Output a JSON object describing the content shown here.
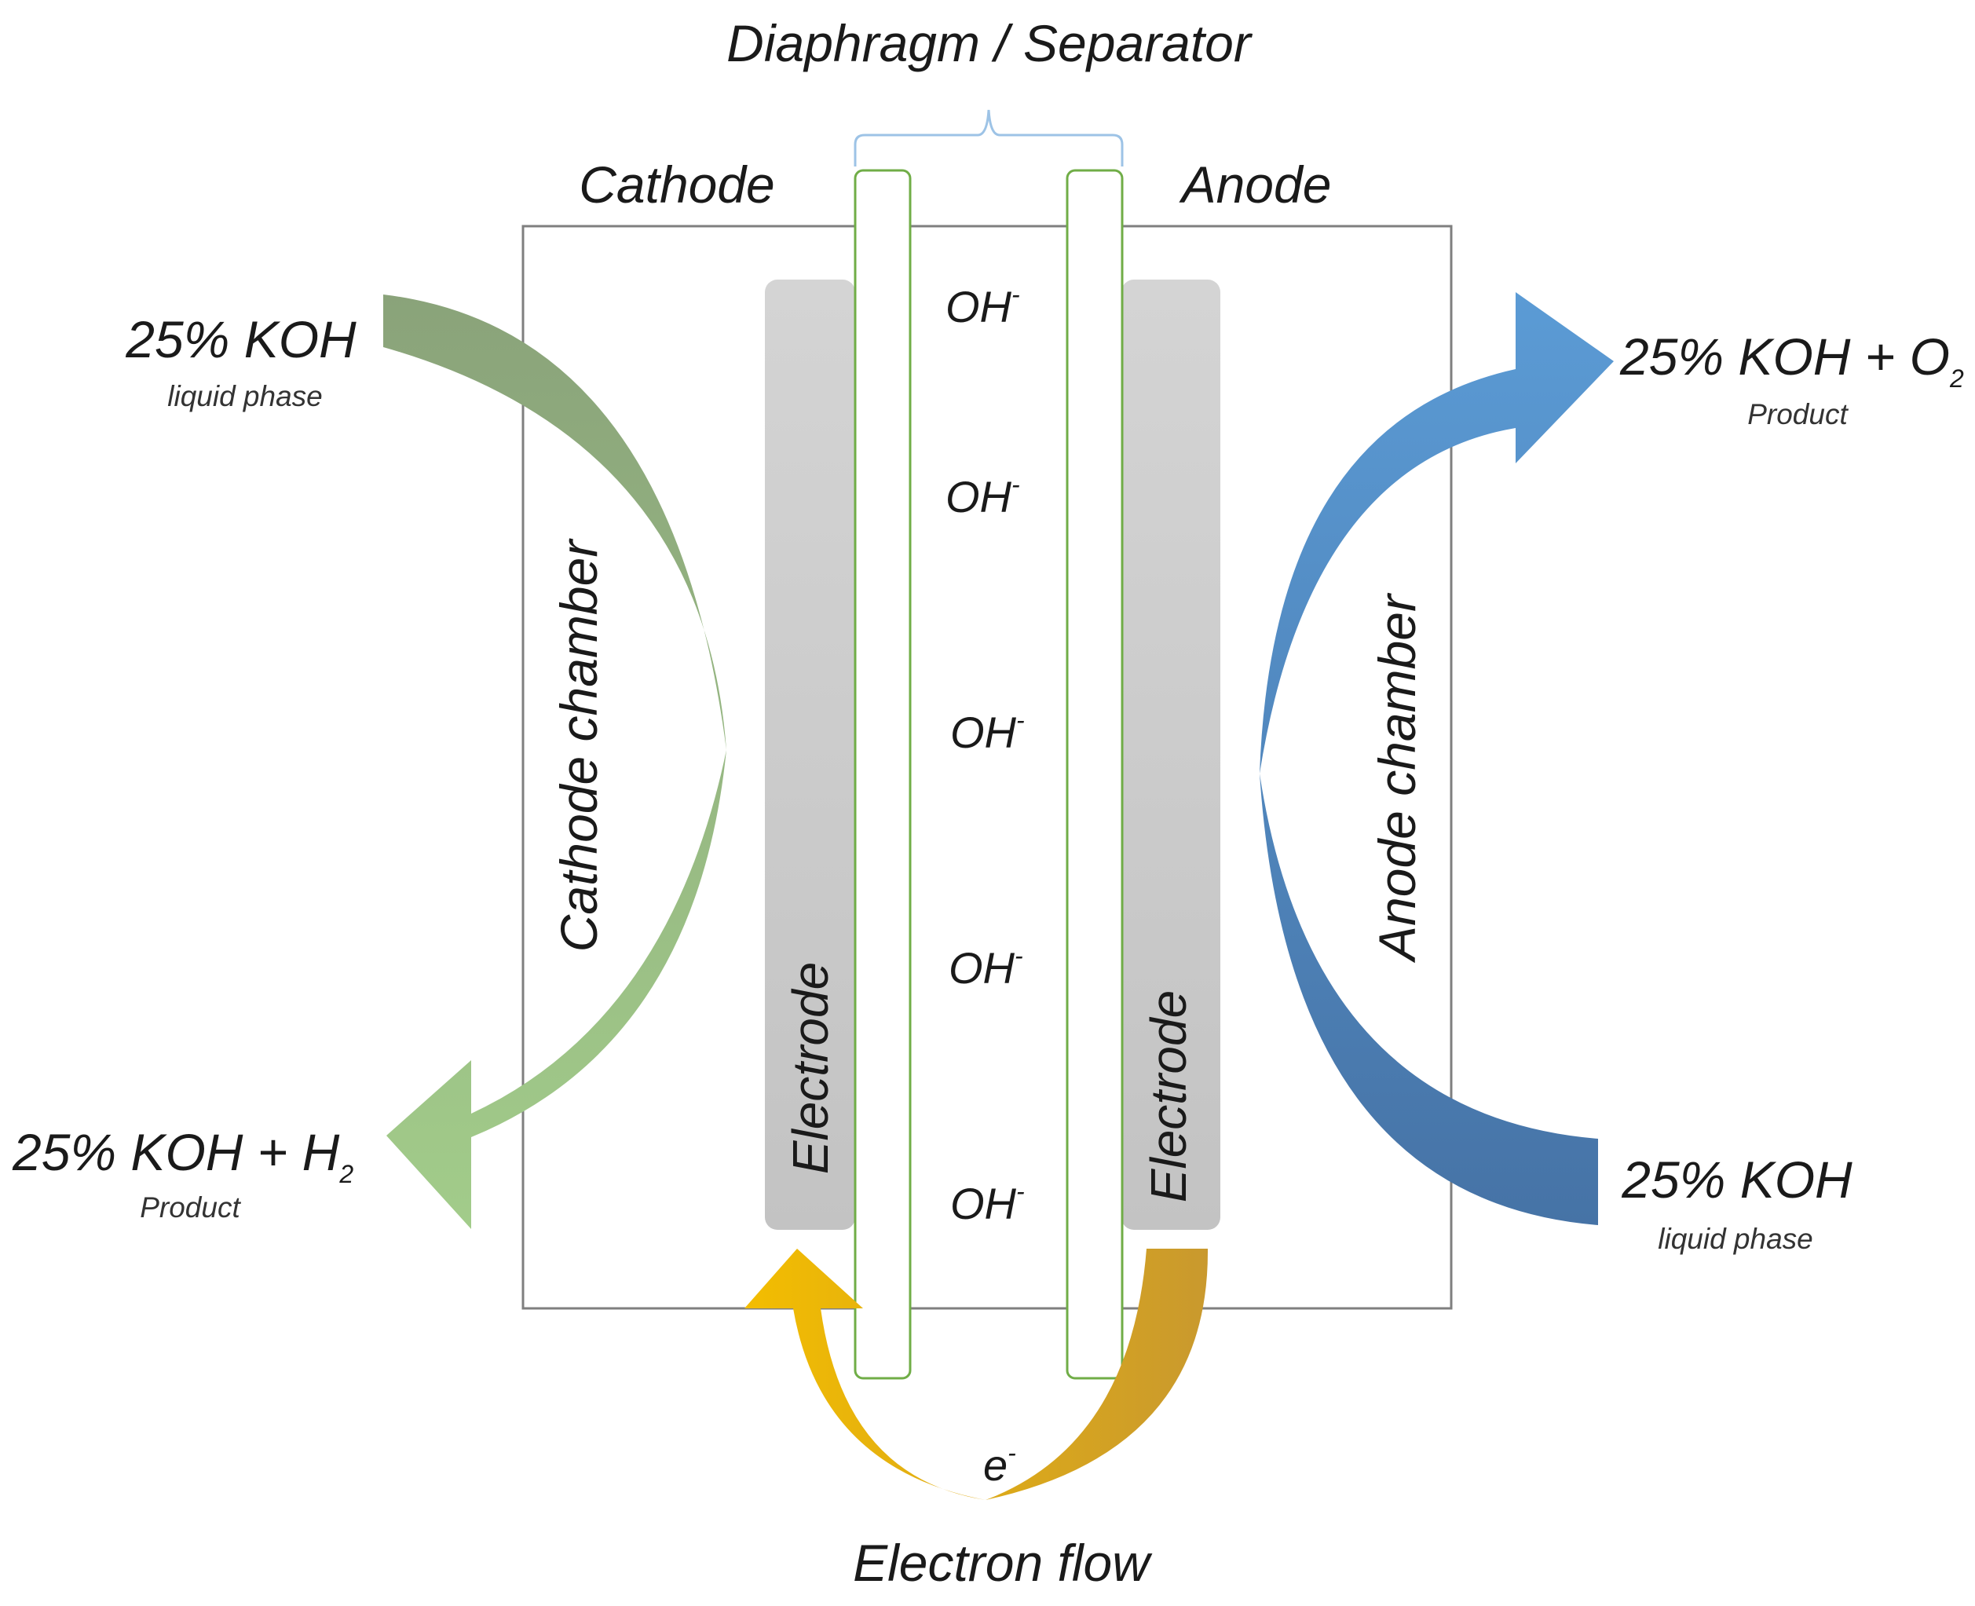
{
  "labels": {
    "diaphragm": "Diaphragm / Separator",
    "cathode": "Cathode",
    "anode": "Anode",
    "cathode_chamber": "Cathode chamber",
    "anode_chamber": "Anode chamber",
    "electrode_left": "Electrode",
    "electrode_right": "Electrode",
    "electron_flow": "Electron flow"
  },
  "ions": {
    "hydroxide_base": "OH",
    "hydroxide_charge": "-",
    "electron_base": "e",
    "electron_charge": "-"
  },
  "streams": {
    "cathode_in": {
      "main": "25% KOH",
      "sub": "liquid phase"
    },
    "cathode_out": {
      "main": "25% KOH + H",
      "subscript": "2",
      "sub": "Product"
    },
    "anode_in": {
      "main": "25% KOH",
      "sub": "liquid phase"
    },
    "anode_out": {
      "main": "25% KOH + O",
      "subscript": "2",
      "sub": "Product"
    }
  },
  "colors": {
    "cathode_flow_top": "#8aa37a",
    "cathode_flow_bottom": "#a2cc8a",
    "anode_flow_top": "#5b9bd5",
    "anode_flow_bottom": "#4673a6",
    "electron_flow_left": "#f3bd00",
    "electron_flow_right": "#c9992e",
    "electrode": "#cfcfcf",
    "separator_stroke": "#70ad47",
    "cell_stroke": "#7f7f7f",
    "bracket": "#9dc3e6"
  }
}
